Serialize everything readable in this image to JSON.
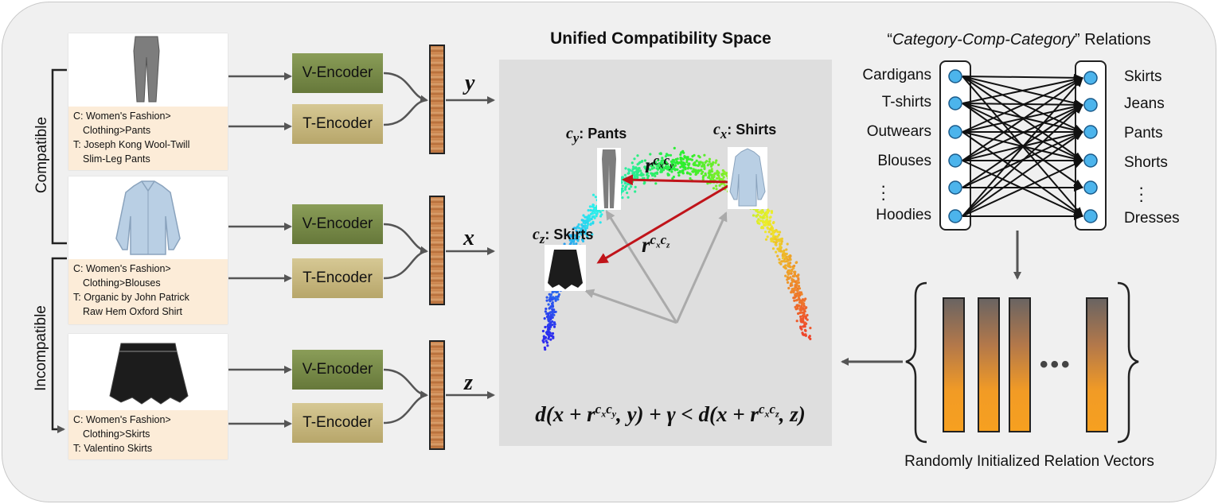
{
  "items": [
    {
      "category_line1": "C: Women's Fashion>",
      "category_line2": "Clothing>Pants",
      "text_line1": "T: Joseph Kong Wool-Twill",
      "text_line2": "Slim-Leg Pants",
      "var": "y"
    },
    {
      "category_line1": "C: Women's Fashion>",
      "category_line2": "Clothing>Blouses",
      "text_line1": "T: Organic by John Patrick",
      "text_line2": "Raw Hem Oxford Shirt",
      "var": "x"
    },
    {
      "category_line1": "C: Women's Fashion>",
      "category_line2": "Clothing>Skirts",
      "text_line1": "T: Valentino Skirts",
      "text_line2": "",
      "var": "z"
    }
  ],
  "encoders": {
    "visual": "V-Encoder",
    "text": "T-Encoder"
  },
  "side_labels": {
    "compatible": "Compatible",
    "incompatible": "Incompatible"
  },
  "space": {
    "title": "Unified Compatibility Space",
    "cy_label": ": Pants",
    "cx_label": ": Shirts",
    "cz_label": ": Skirts",
    "formula": "d(x + r^{c_x c_y}, y) + γ < d(x + r^{c_x c_z}, z)"
  },
  "relations": {
    "title_quote_open": "“",
    "title_italic": "Category-Comp-Category",
    "title_rest": "” Relations",
    "left": [
      "Cardigans",
      "T-shirts",
      "Outwears",
      "Blouses",
      "Hoodies"
    ],
    "right": [
      "Skirts",
      "Jeans",
      "Pants",
      "Shorts",
      "Dresses"
    ],
    "caption": "Randomly Initialized Relation Vectors"
  },
  "colors": {
    "panel": "#f0f0f0",
    "arrow_gray": "#555555",
    "arrow_red": "#c0141a",
    "node_fill": "#4cb4ec",
    "v_encoder": "#7a8c48",
    "t_encoder": "#c9b97e",
    "meta_bg": "#fcecd8"
  }
}
